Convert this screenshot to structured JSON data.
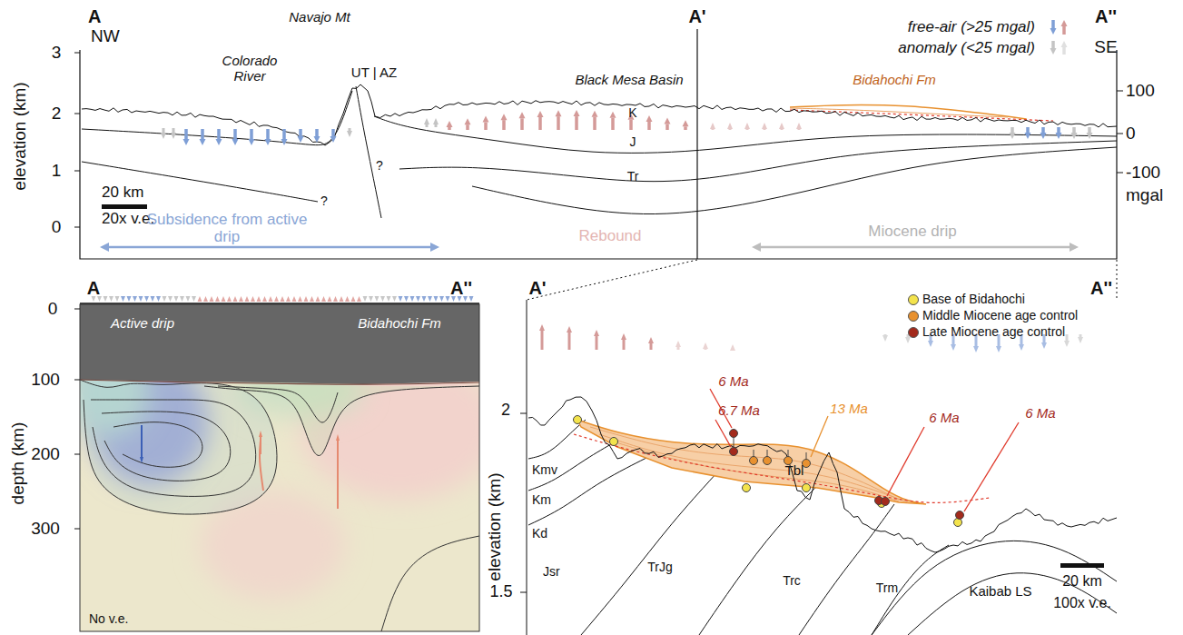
{
  "diagram": {
    "labels": [
      "A",
      "NW",
      "elevation (km)",
      "3",
      "2",
      "1",
      "0",
      "Colorado River",
      "Navajo Mt",
      "UT | AZ",
      "Black Mesa Basin",
      "A'",
      "A''",
      "SE",
      "100",
      "0",
      "-100",
      "mgal",
      "K",
      "J",
      "Tr",
      "?",
      "?",
      "20 km",
      "20x v.e.",
      "Subsidence from active drip",
      "Rebound",
      "Miocene drip",
      "Bidahochi Fm",
      "A",
      "A''",
      "0",
      "100",
      "200",
      "300",
      "depth (km)",
      "Active drip",
      "Bidahochi Fm",
      "No v.e.",
      "A'",
      "A''",
      "2",
      "1.5",
      "elevation (km)",
      "6 Ma",
      "6.7 Ma",
      "13 Ma",
      "6 Ma",
      "6 Ma",
      "Kmv",
      "Km",
      "Kd",
      "Jsr",
      "TrJg",
      "Tbl",
      "Trc",
      "Trm",
      "Kaibab LS",
      "20 km",
      "100x v.e."
    ],
    "legend": [
      {
        "text": "free-air (>25 mgal)"
      },
      {
        "text": "anomaly (<25 mgal)"
      },
      {
        "text": "Base of Bidahochi",
        "color": "#f3e34c"
      },
      {
        "text": "Middle Miocene age control",
        "color": "#e8912f"
      },
      {
        "text": "Late Miocene age control",
        "color": "#a32a1c"
      }
    ]
  }
}
